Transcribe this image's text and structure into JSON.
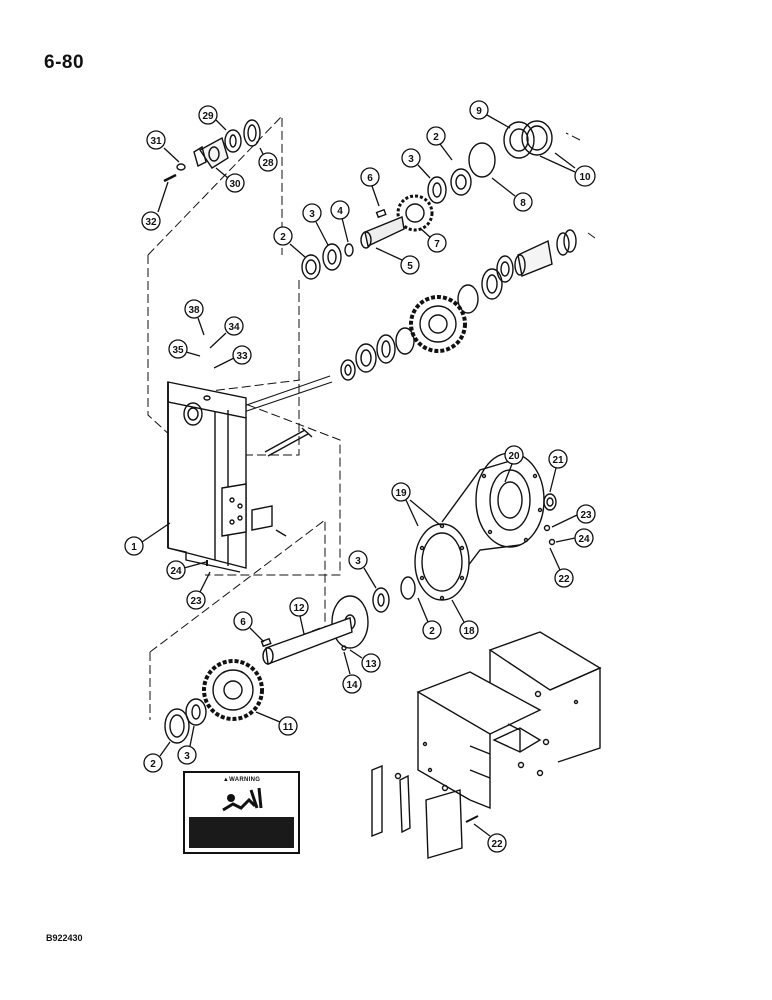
{
  "page": {
    "number": "6-80",
    "figure_code": "B922430"
  },
  "decal": {
    "heading": "▲WARNING"
  },
  "callouts": [
    {
      "id": "c29",
      "label": "29"
    },
    {
      "id": "c28",
      "label": "28"
    },
    {
      "id": "c31",
      "label": "31"
    },
    {
      "id": "c30",
      "label": "30"
    },
    {
      "id": "c32",
      "label": "32"
    },
    {
      "id": "c9",
      "label": "9"
    },
    {
      "id": "c10",
      "label": "10"
    },
    {
      "id": "c2a",
      "label": "2"
    },
    {
      "id": "c8",
      "label": "8"
    },
    {
      "id": "c3a",
      "label": "3"
    },
    {
      "id": "c7",
      "label": "7"
    },
    {
      "id": "c6a",
      "label": "6"
    },
    {
      "id": "c4",
      "label": "4"
    },
    {
      "id": "c3b",
      "label": "3"
    },
    {
      "id": "c2b",
      "label": "2"
    },
    {
      "id": "c5",
      "label": "5"
    },
    {
      "id": "c38",
      "label": "38"
    },
    {
      "id": "c34",
      "label": "34"
    },
    {
      "id": "c35",
      "label": "35"
    },
    {
      "id": "c33",
      "label": "33"
    },
    {
      "id": "c1",
      "label": "1"
    },
    {
      "id": "c24a",
      "label": "24"
    },
    {
      "id": "c23a",
      "label": "23"
    },
    {
      "id": "c20",
      "label": "20"
    },
    {
      "id": "c21",
      "label": "21"
    },
    {
      "id": "c19",
      "label": "19"
    },
    {
      "id": "c23b",
      "label": "23"
    },
    {
      "id": "c24b",
      "label": "24"
    },
    {
      "id": "c22a",
      "label": "22"
    },
    {
      "id": "c3c",
      "label": "3"
    },
    {
      "id": "c2c",
      "label": "2"
    },
    {
      "id": "c18",
      "label": "18"
    },
    {
      "id": "c6b",
      "label": "6"
    },
    {
      "id": "c12",
      "label": "12"
    },
    {
      "id": "c13",
      "label": "13"
    },
    {
      "id": "c14",
      "label": "14"
    },
    {
      "id": "c11",
      "label": "11"
    },
    {
      "id": "c2d",
      "label": "2"
    },
    {
      "id": "c3d",
      "label": "3"
    },
    {
      "id": "c22b",
      "label": "22"
    }
  ]
}
